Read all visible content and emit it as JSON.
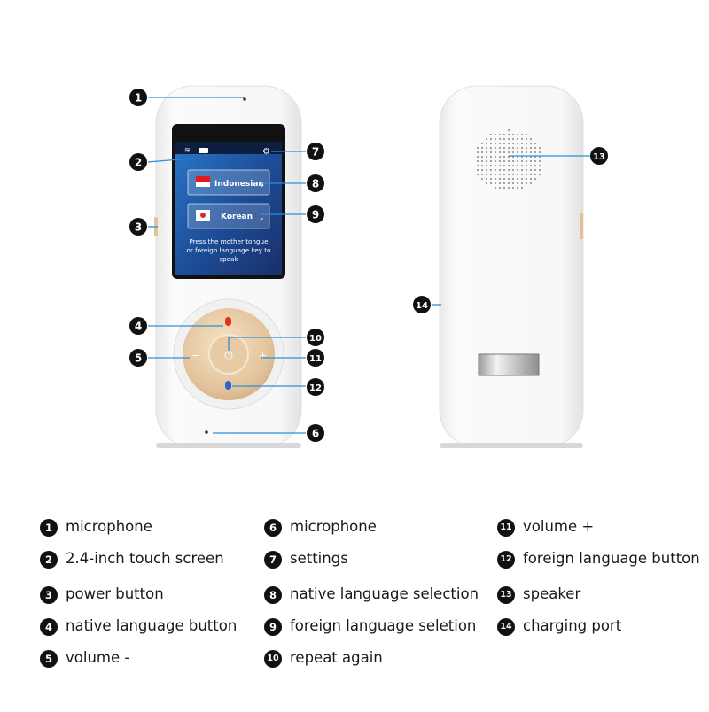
{
  "screen": {
    "native_language": "Indonesian",
    "foreign_language": "Korean",
    "instruction": [
      "Press the mother tongue",
      "or foreign language key to",
      "speak"
    ]
  },
  "callouts": [
    "1",
    "2",
    "3",
    "4",
    "5",
    "6",
    "7",
    "8",
    "9",
    "10",
    "11",
    "12",
    "13",
    "14"
  ],
  "legend": [
    {
      "n": "1",
      "text": "microphone"
    },
    {
      "n": "2",
      "text": "2.4-inch touch screen"
    },
    {
      "n": "3",
      "text": "power button"
    },
    {
      "n": "4",
      "text": "native language button"
    },
    {
      "n": "5",
      "text": "volume -"
    },
    {
      "n": "6",
      "text": "microphone"
    },
    {
      "n": "7",
      "text": "settings"
    },
    {
      "n": "8",
      "text": "native language selection"
    },
    {
      "n": "9",
      "text": "foreign language seletion"
    },
    {
      "n": "10",
      "text": "repeat again"
    },
    {
      "n": "11",
      "text": "volume +"
    },
    {
      "n": "12",
      "text": "foreign language button"
    },
    {
      "n": "13",
      "text": "speaker"
    },
    {
      "n": "14",
      "text": "charging port"
    }
  ]
}
